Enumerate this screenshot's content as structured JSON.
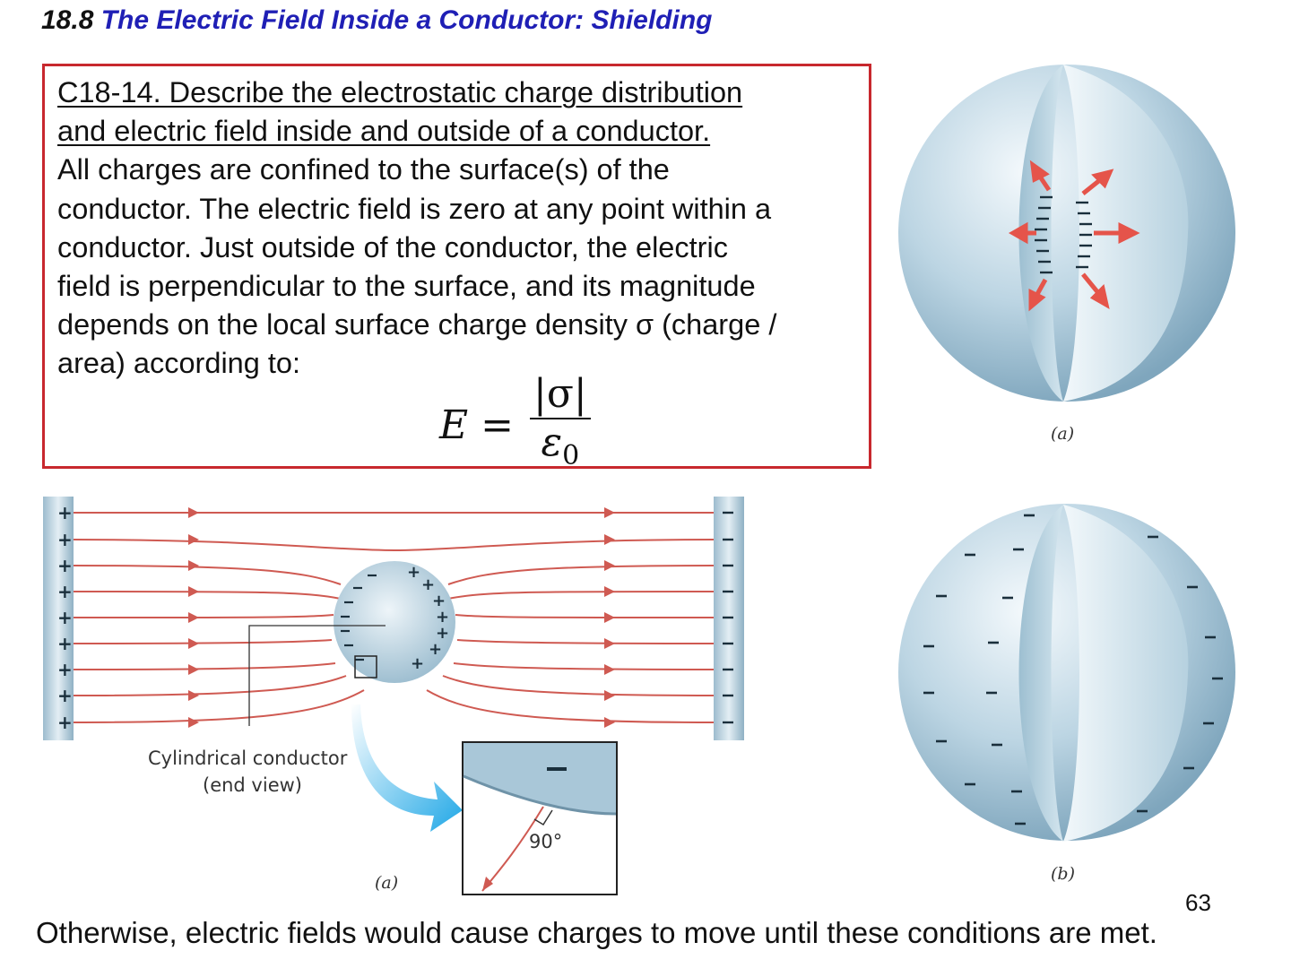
{
  "title": {
    "section": "18.8",
    "text": "The Electric Field Inside a Conductor: Shielding"
  },
  "question": {
    "heading_lines": [
      "C18-14. Describe the electrostatic charge distribution",
      "and electric field inside and outside of a conductor."
    ],
    "body_lines": [
      "All charges are confined to the surface(s) of the",
      "conductor. The electric field is zero at any point within a",
      "conductor. Just outside of the conductor, the electric",
      "field is perpendicular to the surface, and its magnitude",
      "depends on the local surface charge density σ (charge /",
      "area) according to:"
    ],
    "formula": {
      "lhs": "E",
      "eq": "=",
      "numerator": "|σ|",
      "denominator": "ε",
      "subscript": "0"
    }
  },
  "figures": {
    "sphere_a_caption": "(a)",
    "sphere_b_caption": "(b)",
    "field_caption": "(a)",
    "conductor_label_line1": "Cylindrical conductor",
    "conductor_label_line2": "(end view)",
    "angle_label": "90°",
    "plus_sign": "+",
    "minus_sign": "–"
  },
  "page_number": "63",
  "footer": "Otherwise, electric fields would cause charges to move  until these conditions are met.",
  "colors": {
    "title_blue": "#1f1fb5",
    "box_red": "#c8282e",
    "field_line": "#cf5a52",
    "arrow_red": "#e5544a",
    "sphere_blue": "#aac8d8",
    "callout_blue": "#1fa7e6"
  }
}
